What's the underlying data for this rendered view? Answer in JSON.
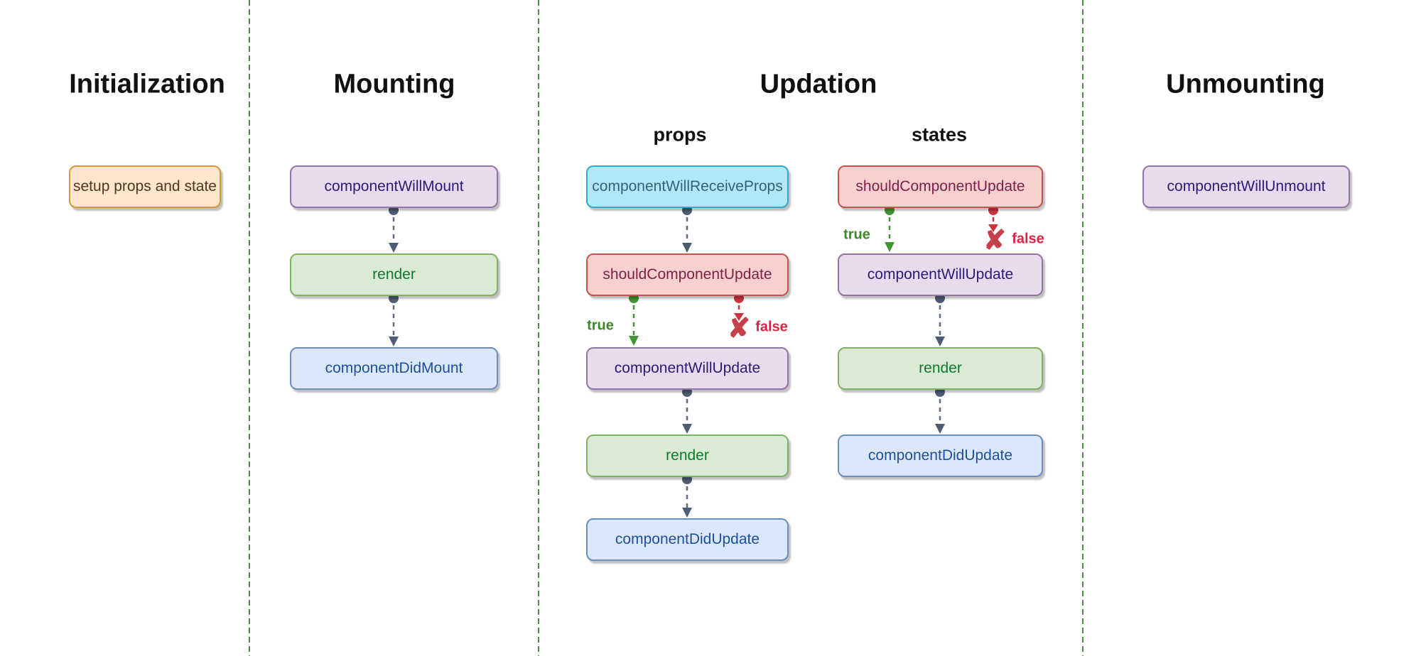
{
  "phases": {
    "initialization": {
      "title": "Initialization"
    },
    "mounting": {
      "title": "Mounting"
    },
    "updation": {
      "title": "Updation",
      "props_label": "props",
      "states_label": "states"
    },
    "unmounting": {
      "title": "Unmounting"
    }
  },
  "nodes": {
    "setup_props_and_state": {
      "label": "setup props and state"
    },
    "component_will_mount": {
      "label": "componentWillMount"
    },
    "mounting_render": {
      "label": "render"
    },
    "component_did_mount": {
      "label": "componentDidMount"
    },
    "component_will_receive_props": {
      "label": "componentWillReceiveProps"
    },
    "props_should_component_update": {
      "label": "shouldComponentUpdate"
    },
    "props_component_will_update": {
      "label": "componentWillUpdate"
    },
    "props_render": {
      "label": "render"
    },
    "props_component_did_update": {
      "label": "componentDidUpdate"
    },
    "states_should_component_update": {
      "label": "shouldComponentUpdate"
    },
    "states_component_will_update": {
      "label": "componentWillUpdate"
    },
    "states_render": {
      "label": "render"
    },
    "states_component_did_update": {
      "label": "componentDidUpdate"
    },
    "component_will_unmount": {
      "label": "componentWillUnmount"
    }
  },
  "branches": {
    "true_label": "true",
    "false_label": "false",
    "cross_icon": "✘"
  },
  "colors": {
    "background": "#ffffff",
    "divider_green": "#4a8f3f",
    "flow_arrow_gray": "#5a6b83",
    "true_green": "#3f9632",
    "true_text": "#3e8727",
    "false_red": "#c9353f",
    "false_text": "#d22745",
    "node_orange_fill": "#ffe6cc",
    "node_orange_border": "#d19b3c",
    "node_orange_text": "#4d3622",
    "node_purple_fill": "#e6dcee",
    "node_purple_border": "#9673a6",
    "node_purple_text": "#2b1a78",
    "node_green_fill": "#d9ead5",
    "node_green_border": "#7fb266",
    "node_green_text": "#11792e",
    "node_blue_fill": "#dbe8fb",
    "node_blue_border": "#6c8ebf",
    "node_blue_text": "#1d4f9e",
    "node_cyan_fill": "#b0e8f5",
    "node_cyan_border": "#2fa9cb",
    "node_cyan_text": "#33627c",
    "node_red_fill": "#f8d0cd",
    "node_red_border": "#c4534f",
    "node_red_text": "#7c1f4b"
  }
}
